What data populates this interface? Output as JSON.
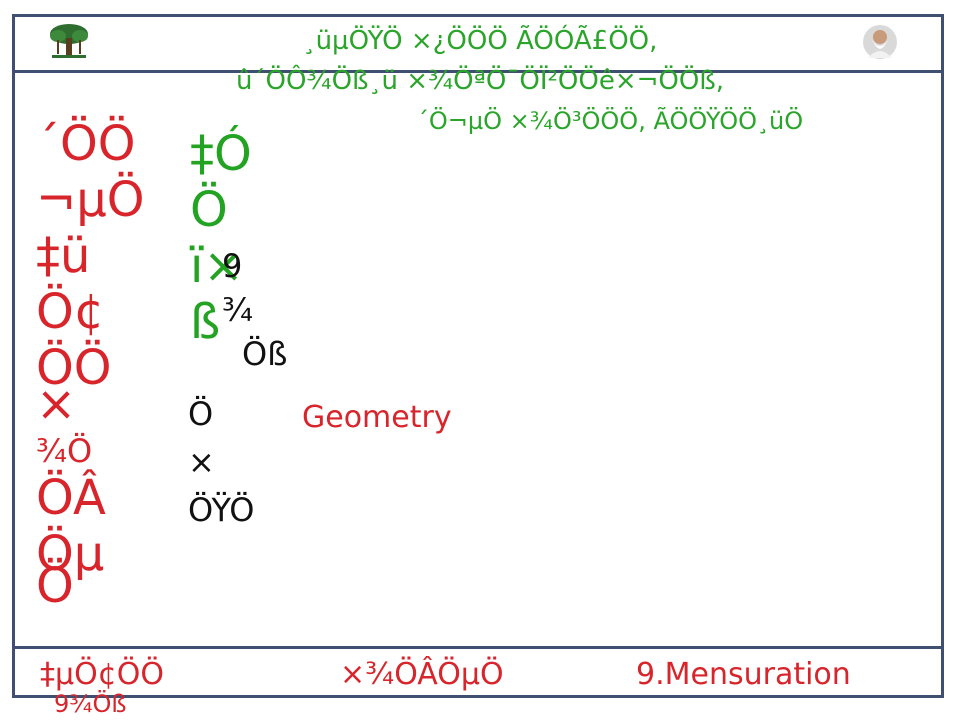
{
  "header": {
    "line1": "¸üµÖŸÖ ×¿ÖÖÖ ÃÖÓÃ£ÖÖ,",
    "line2": "û´ÖÔ¾Öß¸ü ×¾ÖªÖ¯ÖÏ²ÖÖê×¬ÖÖß,",
    "line3": "´Ö¬µÖ ×¾Ö³ÖÖÖ, ÃÖÖŸÖÖ¸üÖ"
  },
  "title_column": {
    "red": [
      "´ÖÖ",
      "¬µÖ",
      "‡ü",
      "Ö¢",
      "ÖÖ",
      "×",
      "¾Ö",
      "ÖÂ",
      "Öµ",
      "Ö"
    ],
    "green": [
      "‡Ó",
      "Ö",
      "ï×",
      "ß"
    ],
    "small_overlay": [
      "9",
      "¾",
      "Öß"
    ],
    "black": [
      "Ö",
      "×",
      "ÖŸÖ"
    ]
  },
  "label_geometry": "Geometry",
  "footer": {
    "left": "‡µÖ¢ÖÖ",
    "middle": "×¾ÖÂÖµÖ",
    "right": "9.Mensuration",
    "below_left": "9¾Öß"
  },
  "colors": {
    "frame": "#3f4f72",
    "header_green": "#2aa52a",
    "title_red": "#d8252c",
    "title_green": "#22a322"
  },
  "icons": {
    "left_logo": "banyan-tree-icon",
    "right_logo": "portrait-icon"
  }
}
